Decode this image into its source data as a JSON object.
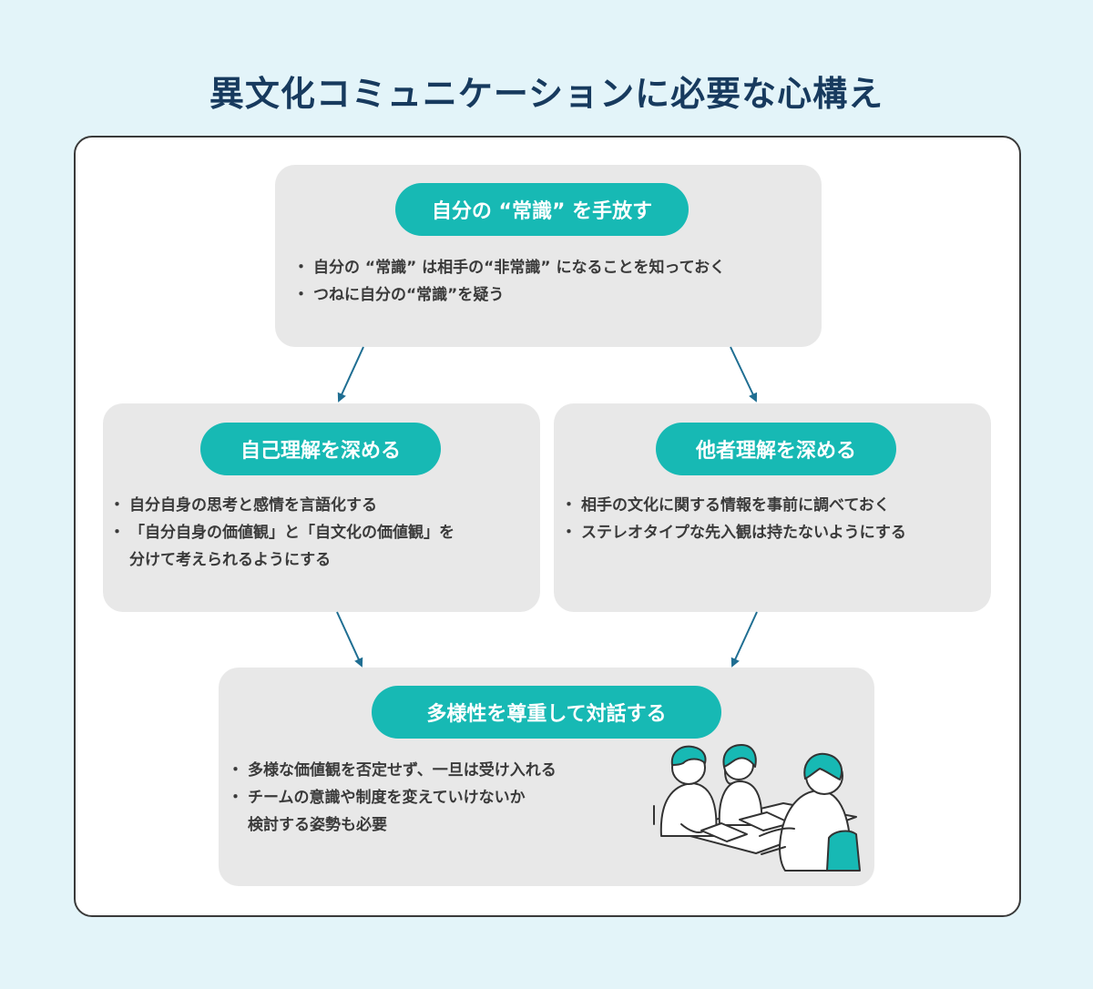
{
  "title": "異文化コミュニケーションに必要な心構え",
  "colors": {
    "background": "#e3f4f9",
    "title": "#173a5e",
    "accent": "#17b9b4",
    "box": "#e8e8e8",
    "arrow": "#1f6e92"
  },
  "nodes": {
    "top": {
      "heading": "自分の “常識” を手放す",
      "bullets": [
        "自分の “常識” は相手の“非常識” になることを知っておく",
        "つねに自分の“常識”を疑う"
      ]
    },
    "left": {
      "heading": "自己理解を深める",
      "bullets": [
        "自分自身の思考と感情を言語化する",
        "「自分自身の価値観」と「自文化の価値観」を",
        "分けて考えられるようにする"
      ]
    },
    "right": {
      "heading": "他者理解を深める",
      "bullets": [
        "相手の文化に関する情報を事前に調べておく",
        "ステレオタイプな先入観は持たないようにする"
      ]
    },
    "bottom": {
      "heading": "多様性を尊重して対話する",
      "bullets": [
        "多様な価値観を否定せず、一旦は受け入れる",
        "チームの意識や制度を変えていけないか",
        "検討する姿勢も必要"
      ]
    }
  },
  "illustration": "people-discussion-illustration"
}
